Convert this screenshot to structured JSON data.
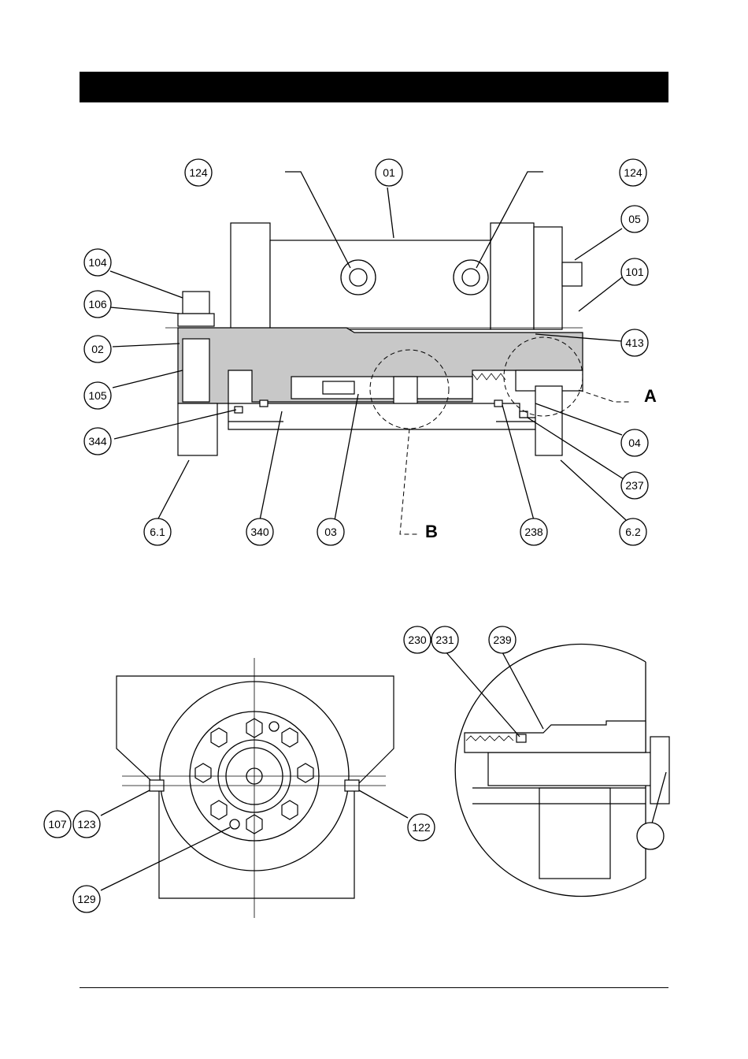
{
  "section_view": {
    "balloons": [
      "124",
      "01",
      "124",
      "05",
      "101",
      "104",
      "106",
      "02",
      "105",
      "413",
      "04",
      "237",
      "344",
      "6.1",
      "340",
      "03",
      "238",
      "6.2"
    ],
    "detail_labels": [
      "A",
      "B"
    ]
  },
  "end_view": {
    "balloons": [
      "107",
      "123",
      "122",
      "129"
    ]
  },
  "detail_view": {
    "balloons": [
      "230",
      "231",
      "239",
      ""
    ]
  }
}
